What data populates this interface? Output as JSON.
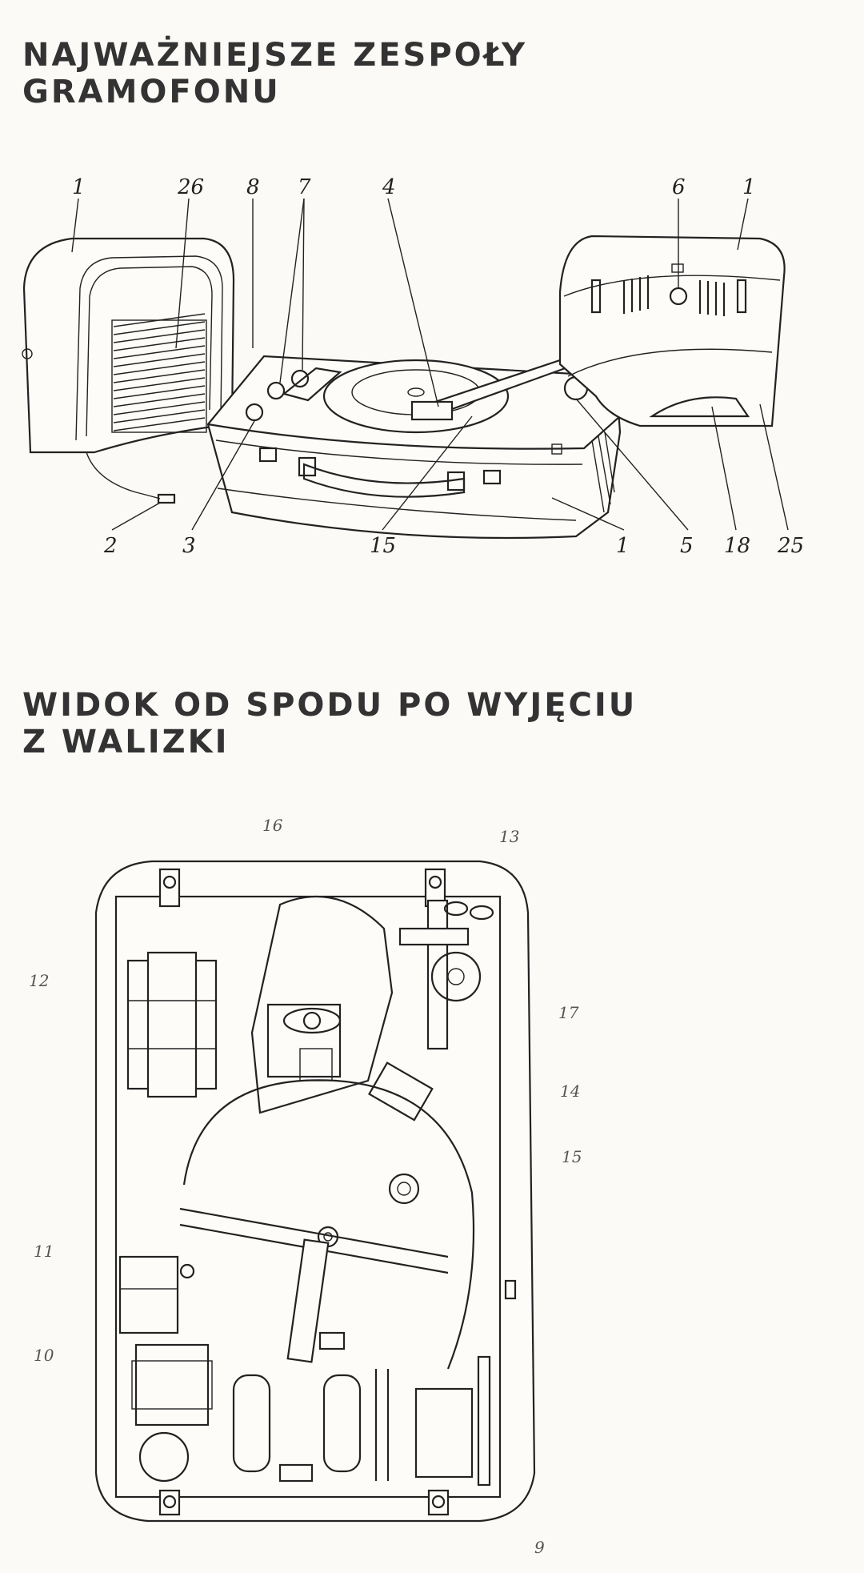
{
  "section1": {
    "heading_line1": "NAJWAŻNIEJSZE ZESPOŁY",
    "heading_line2": "GRAMOFONU",
    "callouts_top": [
      "1",
      "26",
      "8",
      "7",
      "4",
      "6",
      "1"
    ],
    "callouts_bottom": [
      "2",
      "3",
      "15",
      "1",
      "5",
      "18",
      "25"
    ]
  },
  "section2": {
    "heading_line1": "WIDOK OD SPODU PO WYJĘCIU",
    "heading_line2": "Z WALIZKI",
    "callouts": [
      "16",
      "13",
      "12",
      "17",
      "14",
      "15",
      "11",
      "10",
      "9"
    ]
  }
}
